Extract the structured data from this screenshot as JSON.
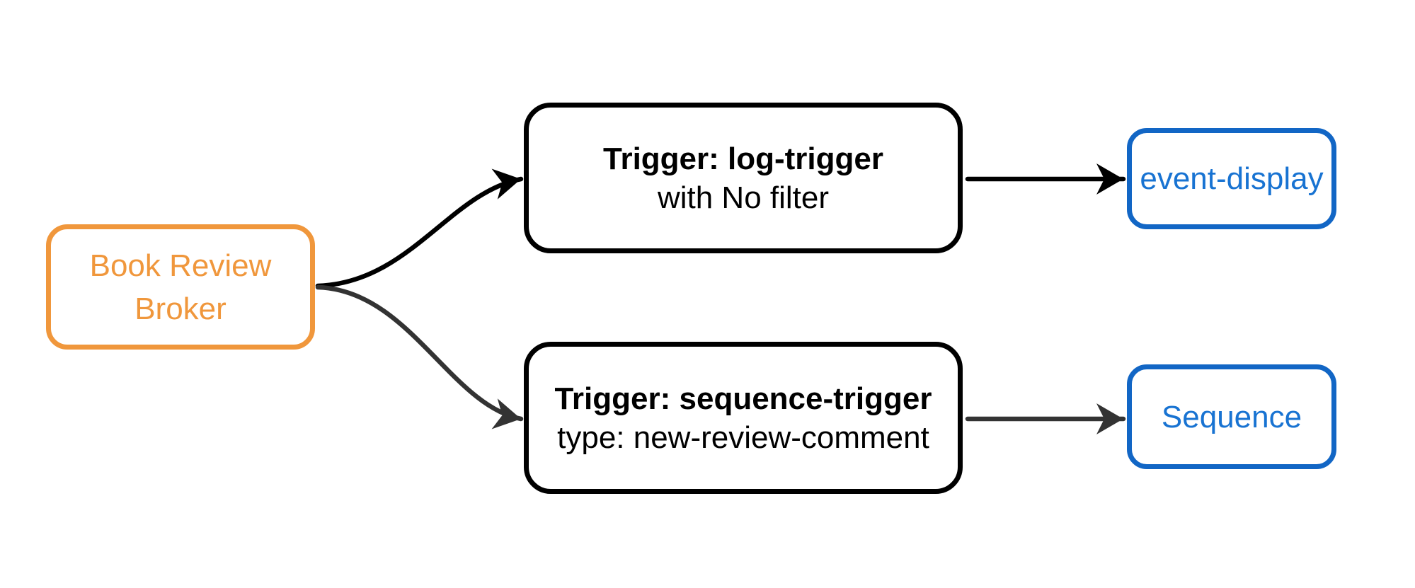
{
  "diagram": {
    "background": "#ffffff",
    "nodes": {
      "broker": {
        "label_line1": "Book Review",
        "label_line2": "Broker",
        "border_color": "#F0973C",
        "text_color": "#F0973C"
      },
      "trigger_log": {
        "title": "Trigger: log-trigger",
        "subtitle": "with No filter",
        "border_color": "#000000",
        "text_color": "#000000"
      },
      "trigger_sequence": {
        "title": "Trigger: sequence-trigger",
        "subtitle": "type: new-review-comment",
        "border_color": "#000000",
        "text_color": "#000000"
      },
      "event_display": {
        "label": "event-display",
        "border_color": "#1266C5",
        "text_color": "#1873D2"
      },
      "sequence": {
        "label": "Sequence",
        "border_color": "#1266C5",
        "text_color": "#1873D2"
      }
    },
    "edges": [
      {
        "from": "broker",
        "to": "trigger_log",
        "color": "#000000"
      },
      {
        "from": "broker",
        "to": "trigger_sequence",
        "color": "#333333"
      },
      {
        "from": "trigger_log",
        "to": "event_display",
        "color": "#000000"
      },
      {
        "from": "trigger_sequence",
        "to": "sequence",
        "color": "#333333"
      }
    ]
  }
}
